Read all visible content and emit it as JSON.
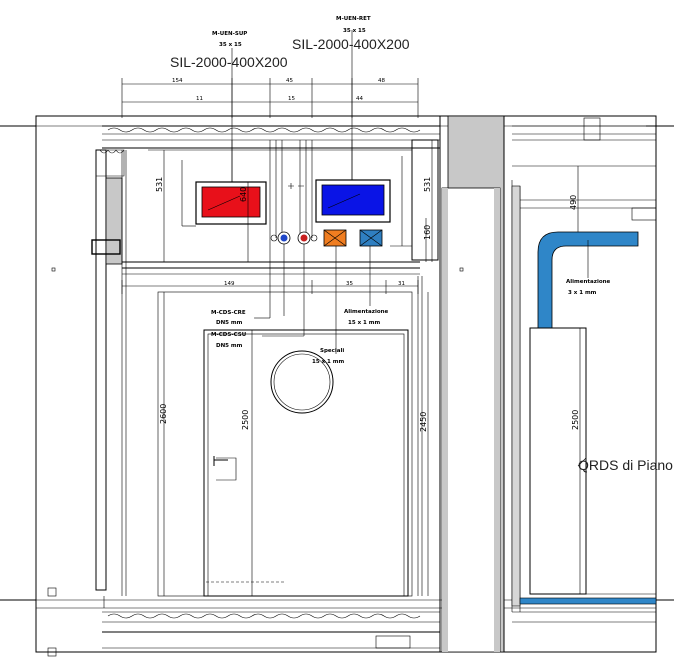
{
  "labels": {
    "duct_sup_tag": "M-UEN-SUP",
    "duct_sup_size": "35 x 15",
    "duct_sup_grille": "SIL-2000-400X200",
    "duct_ret_tag": "M-UEN-RET",
    "duct_ret_size": "35 x 15",
    "duct_ret_grille": "SIL-2000-400X200",
    "pipe_cre_tag": "M-CDS-CRE",
    "pipe_cre_size": "DN5 mm",
    "pipe_csu_tag": "M-CDS-CSU",
    "pipe_csu_size": "DN5 mm",
    "alim_1_title": "Alimentazione",
    "alim_1_size": "15 x 1 mm",
    "speciali_title": "Speciali",
    "speciali_size": "15 x 1 mm",
    "alim_2_title": "Alimentazione",
    "alim_2_size": "3 x 1 mm",
    "qrds": "QRDS di Piano"
  },
  "dimensions": {
    "top_row1": [
      "154",
      "45",
      "48"
    ],
    "top_row2": [
      "11",
      "15",
      "44"
    ],
    "mid_row": [
      "149",
      "35",
      "31"
    ],
    "v_531_left": "531",
    "v_640": "640",
    "v_531_right": "531",
    "v_160": "160",
    "v_490": "490",
    "v_2600": "2600",
    "v_2500_door": "2500",
    "v_2450": "2450",
    "v_2500_right": "2500"
  },
  "colors": {
    "supply_grille": "#e8101a",
    "return_grille": "#0a14e6",
    "box_orange": "#f07d20",
    "box_blue": "#2f7fc1",
    "duct_blue": "#2f86c8",
    "wall_grey": "#c8c8c8",
    "valve_red": "#c81e1e",
    "valve_blue": "#1e46c8"
  }
}
